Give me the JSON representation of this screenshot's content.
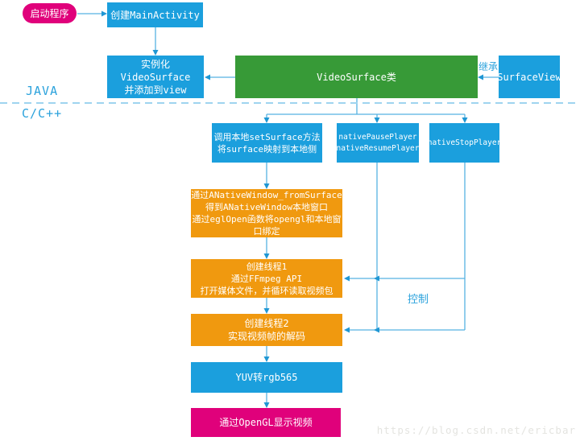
{
  "layer_divider": {
    "java_label": "JAVA",
    "cpp_label": "C/C++"
  },
  "edge_labels": {
    "inherit": "继承",
    "control": "控制"
  },
  "nodes": {
    "start": {
      "label": "启动程序"
    },
    "create_main_activity": {
      "label": "创建MainActivity"
    },
    "instantiate_video_surface": {
      "label": "实例化VideoSurface\n并添加到view"
    },
    "video_surface_class": {
      "label": "VideoSurface类"
    },
    "surface_view": {
      "label": "SurfaceView"
    },
    "set_surface": {
      "label": "调用本地setSurface方法\n将surface映射到本地侧"
    },
    "native_pause_resume": {
      "label": "nativePausePlayer\nnativeResumePlayer"
    },
    "native_stop": {
      "label": "nativeStopPlayer"
    },
    "anative_window": {
      "label": "通过ANativeWindow_fromSurface\n得到ANativeWindow本地窗口\n通过eglOpen函数将opengl和本地窗口绑定"
    },
    "thread1": {
      "label": "创建线程1\n通过FFmpeg API\n打开媒体文件，并循环读取视频包"
    },
    "thread2": {
      "label": "创建线程2\n实现视频帧的解码"
    },
    "yuv_convert": {
      "label": "YUV转rgb565"
    },
    "opengl_display": {
      "label": "通过OpenGL显示视频"
    }
  },
  "watermark": "https://blog.csdn.net/ericbar",
  "colors": {
    "node_blue": "#1b9fdd",
    "node_green": "#379a37",
    "node_orange": "#f0990f",
    "node_pink": "#e0017b",
    "line_blue": "#56b2e2",
    "arrow_blue": "#1f97d4",
    "divider_blue": "#9fd4ef",
    "label_blue": "#2ba2dc"
  }
}
